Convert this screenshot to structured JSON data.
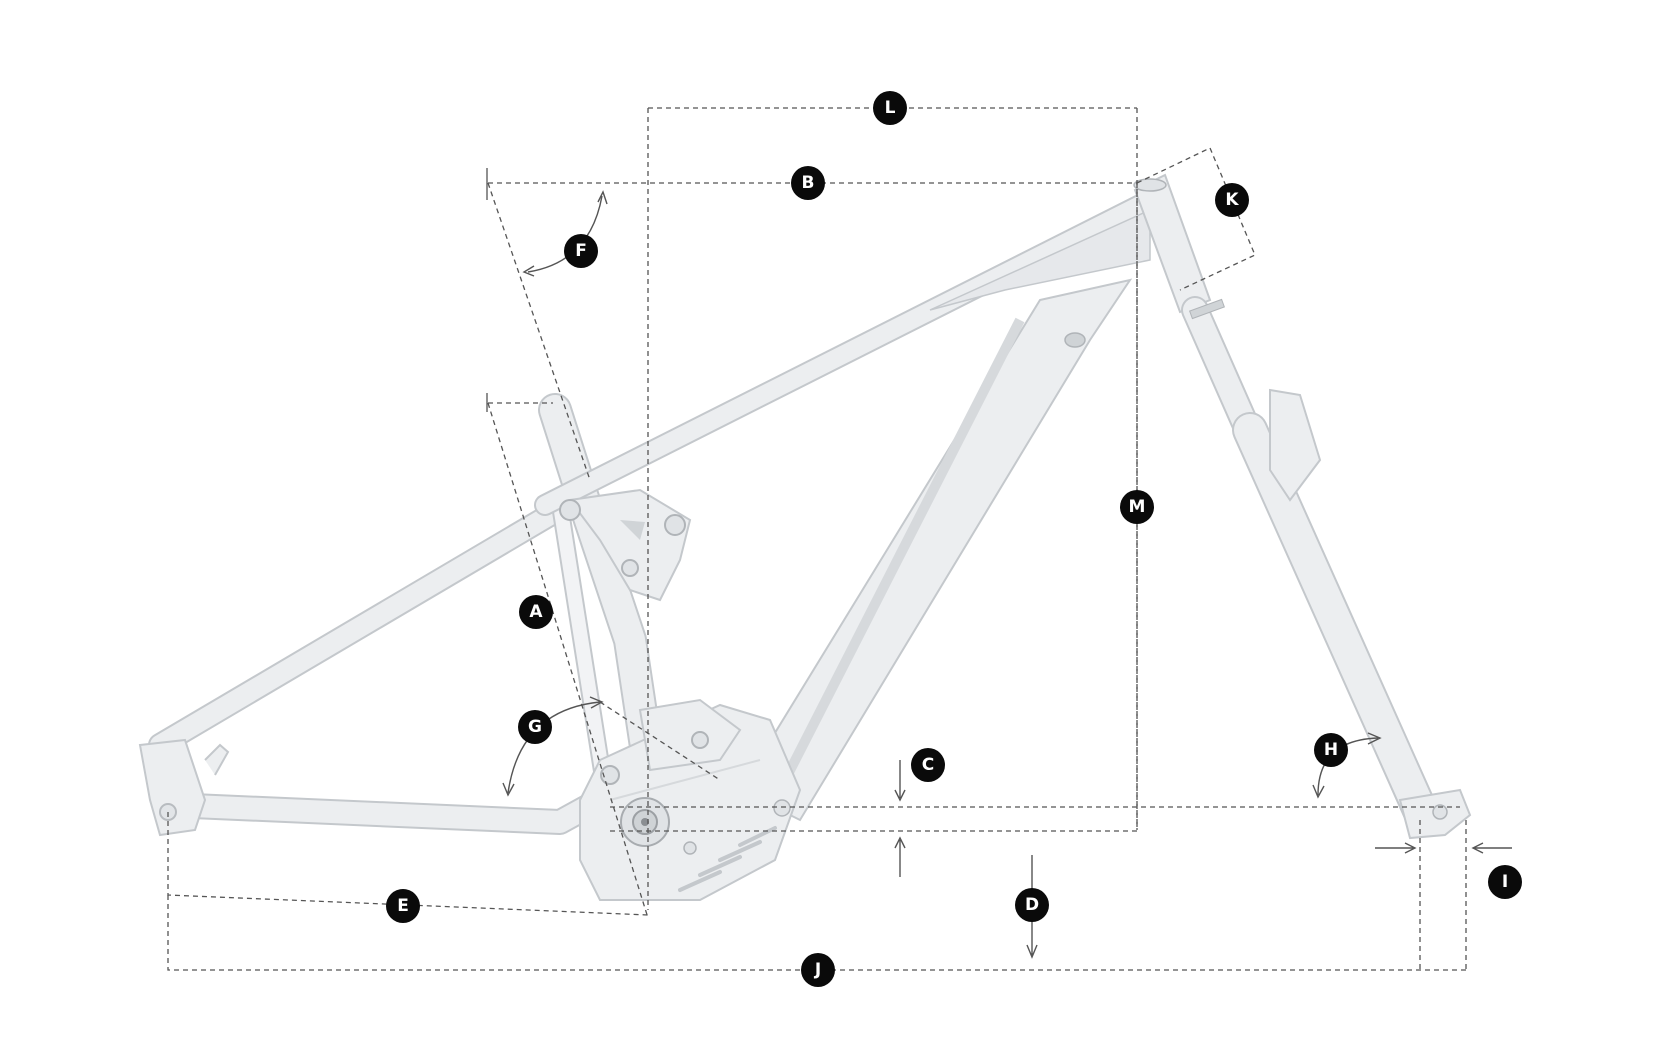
{
  "colors": {
    "background": "#ffffff",
    "frame_fill": "#eceef0",
    "frame_edge": "#c4c8cc",
    "frame_shadow": "#d6d9dc",
    "dimension_line": "#555555",
    "marker_fill": "#0a0a0a",
    "marker_text": "#ffffff"
  },
  "markers": {
    "A": "A",
    "B": "B",
    "C": "C",
    "D": "D",
    "E": "E",
    "F": "F",
    "G": "G",
    "H": "H",
    "I": "I",
    "J": "J",
    "K": "K",
    "L": "L",
    "M": "M"
  },
  "icons": {
    "frame": "e-mtb-full-suspension-frame-drawing",
    "markers": "black-circle-letter-badge"
  }
}
